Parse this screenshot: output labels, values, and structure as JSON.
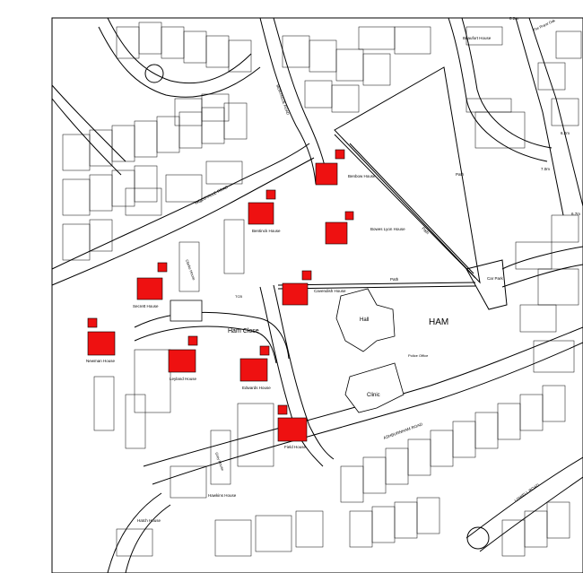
{
  "area": "HAM",
  "roads": {
    "woodville_road": "WOODVILLE ROAD",
    "ashburnham_road": "ASHBURNHAM ROAD",
    "lowell_road": "LOWELL ROAD",
    "ham_close": "Ham Close",
    "side_road": "MONTAGUE ROAD"
  },
  "buildings": {
    "benbow": "Benbow House",
    "bowes_lyon": "Bowes Lyon House",
    "bentinck": "Bentinck House",
    "cavendish": "Cavendish House",
    "secrett": "Secrett House",
    "clarke": "Clarke House",
    "newman": "Newman House",
    "leyland": "Leyland House",
    "edwards": "Edwards House",
    "field": "Field House",
    "grey": "Grey House",
    "hawkins": "Hawkins House",
    "hatch": "Hatch House",
    "hall": "Hall",
    "clinic": "Clinic",
    "police_office": "Police Office",
    "car_park": "Car Park",
    "beaufort": "Beaufort House"
  },
  "paths": [
    "Path",
    "Path",
    "Path"
  ],
  "misc": {
    "royal_oak": "The Royal Oak",
    "tcb": "TCB",
    "spot_level_1": "7.0m",
    "spot_level_2": "6.7m",
    "spot_level_3": "6.2m",
    "spot_level_4": "8.2m"
  },
  "colors": {
    "highlight": "#ee1111",
    "line": "#000000",
    "background": "#ffffff"
  }
}
